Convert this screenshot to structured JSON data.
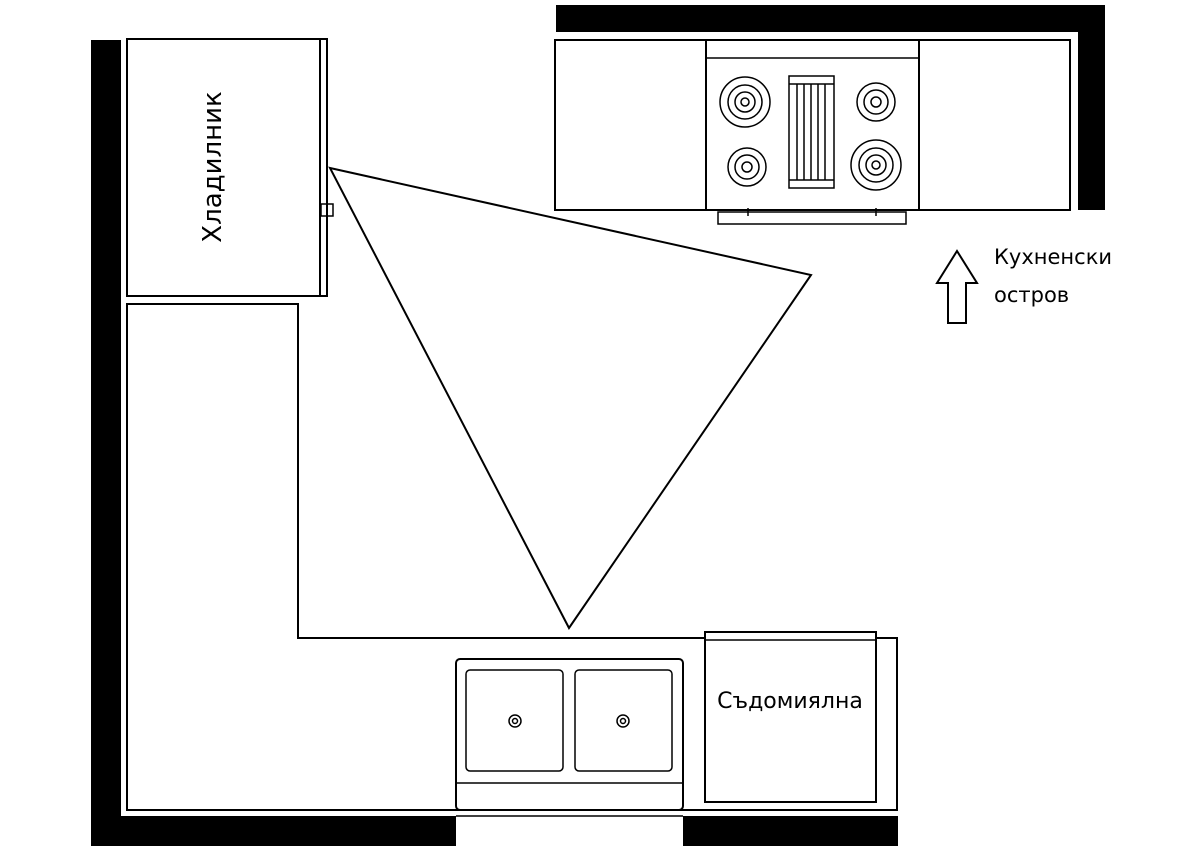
{
  "labels": {
    "fridge": "Хладилник",
    "dishwasher": "Съдомиялна",
    "island_line1": "Кухненски",
    "island_line2": "остров"
  },
  "colors": {
    "wall": "#000000",
    "line": "#000000",
    "background": "#ffffff"
  },
  "icons": {
    "island_arrow": "arrow-up-outline-icon",
    "burner": "concentric-circles-icon",
    "grill": "grill-plate-icon",
    "sink_drain": "drain-icon"
  }
}
